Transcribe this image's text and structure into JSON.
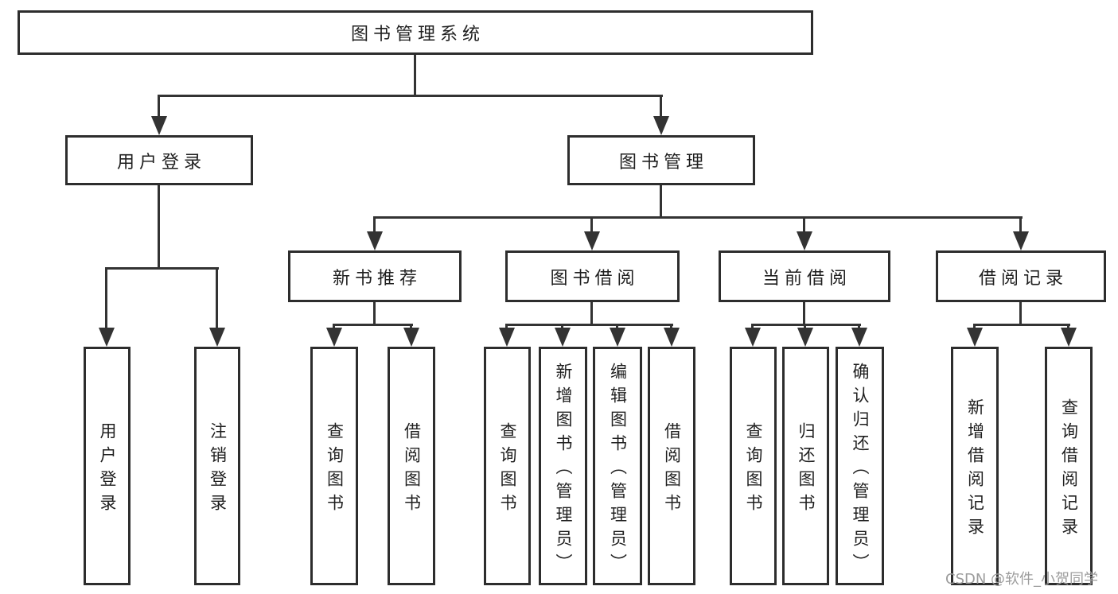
{
  "tree": {
    "root": {
      "label": "图书管理系统"
    },
    "children": [
      {
        "label": "用户登录",
        "children": [
          {
            "label": "用户登录"
          },
          {
            "label": "注销登录"
          }
        ]
      },
      {
        "label": "图书管理",
        "children": [
          {
            "label": "新书推荐",
            "children": [
              {
                "label": "查询图书"
              },
              {
                "label": "借阅图书"
              }
            ]
          },
          {
            "label": "图书借阅",
            "children": [
              {
                "label": "查询图书"
              },
              {
                "label": "新增图书（管理员）"
              },
              {
                "label": "编辑图书（管理员）"
              },
              {
                "label": "借阅图书"
              }
            ]
          },
          {
            "label": "当前借阅",
            "children": [
              {
                "label": "查询图书"
              },
              {
                "label": "归还图书"
              },
              {
                "label": "确认归还（管理员）"
              }
            ]
          },
          {
            "label": "借阅记录",
            "children": [
              {
                "label": "新增借阅记录"
              },
              {
                "label": "查询借阅记录"
              }
            ]
          }
        ]
      }
    ]
  },
  "watermark": "CSDN @软件_小贺同学",
  "colors": {
    "line": "#333333",
    "border": "#2d2d2d",
    "text": "#1f1f1f",
    "watermark": "#9c9c9c",
    "background": "#ffffff"
  }
}
